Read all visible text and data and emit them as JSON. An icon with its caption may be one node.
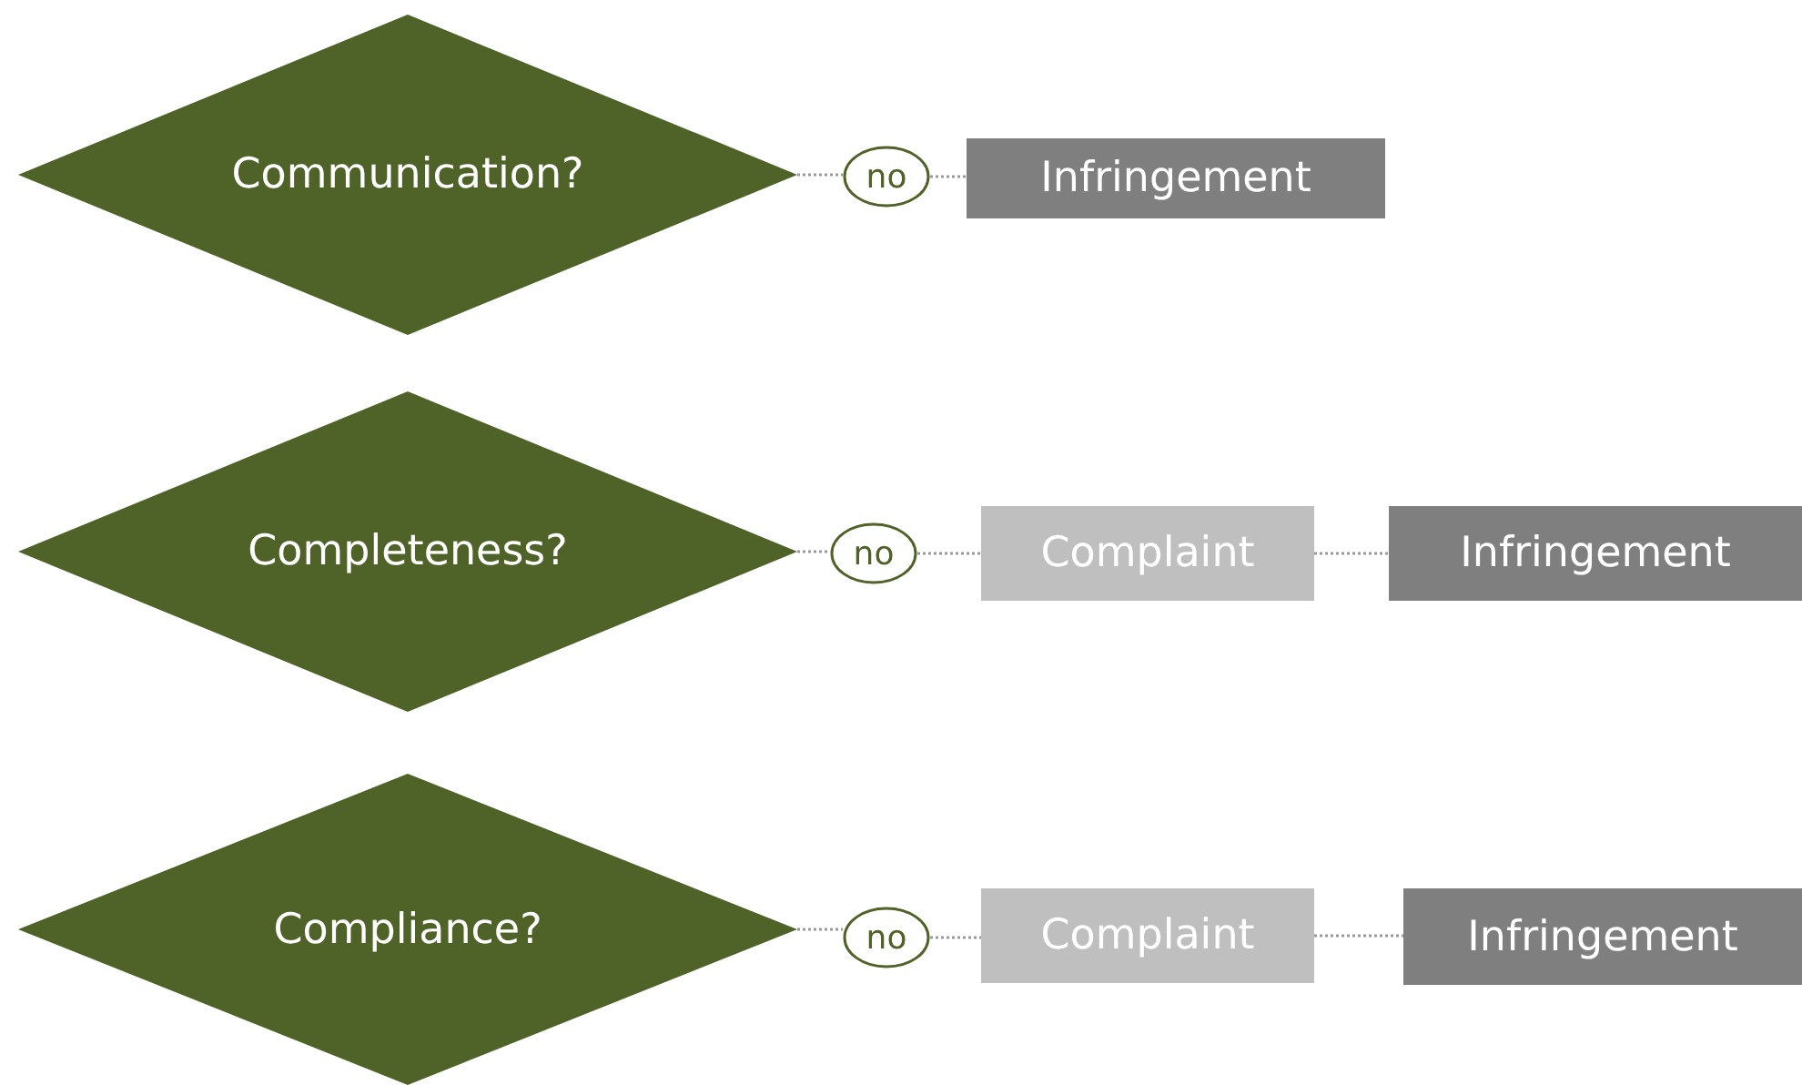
{
  "diagram": {
    "nodes": [
      {
        "text": [
          "Communication?"
        ]
      },
      {
        "text": [
          "no"
        ]
      },
      {
        "text": [
          "Infringement"
        ]
      },
      {
        "text": [
          "Completeness?"
        ]
      },
      {
        "text": [
          "no"
        ]
      },
      {
        "text": [
          "Complaint"
        ]
      },
      {
        "text": [
          "Infringement"
        ]
      },
      {
        "text": [
          "Compliance?"
        ]
      },
      {
        "text": [
          "no"
        ]
      },
      {
        "text": [
          "Complaint"
        ]
      },
      {
        "text": [
          "Infringement"
        ]
      }
    ],
    "edges": [
      {
        "from": 0,
        "to": 1,
        "arrow": "none"
      },
      {
        "from": 1,
        "to": 2,
        "arrow": "none"
      },
      {
        "from": 3,
        "to": 4,
        "arrow": "none"
      },
      {
        "from": 4,
        "to": 5,
        "arrow": "none"
      },
      {
        "from": 5,
        "to": 6,
        "arrow": "none"
      },
      {
        "from": 7,
        "to": 8,
        "arrow": "none"
      },
      {
        "from": 8,
        "to": 9,
        "arrow": "none"
      },
      {
        "from": 9,
        "to": 10,
        "arrow": "none"
      }
    ]
  }
}
